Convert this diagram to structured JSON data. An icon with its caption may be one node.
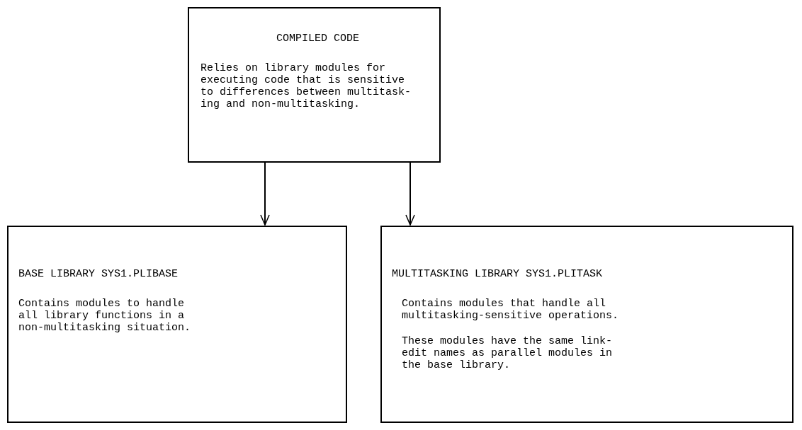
{
  "diagram": {
    "nodes": [
      {
        "text": [
          "COMPILED CODE",
          "Relies on library modules for executing code that is sensitive to differences between multitask- ing and non-multitasking."
        ]
      },
      {
        "text": [
          "BASE LIBRARY SYS1.PLIBASE",
          "Contains modules to handle all library functions in a non-multitasking situation."
        ]
      },
      {
        "text": [
          "MULTITASKING LIBRARY SYS1.PLITASK",
          "Contains modules that handle all multitasking-sensitive operations.",
          "These modules have the same link- edit names as parallel modules in the base library."
        ]
      }
    ],
    "edges": [
      {
        "from": 0,
        "to": 1,
        "arrow": "to"
      },
      {
        "from": 0,
        "to": 2,
        "arrow": "to"
      }
    ]
  }
}
